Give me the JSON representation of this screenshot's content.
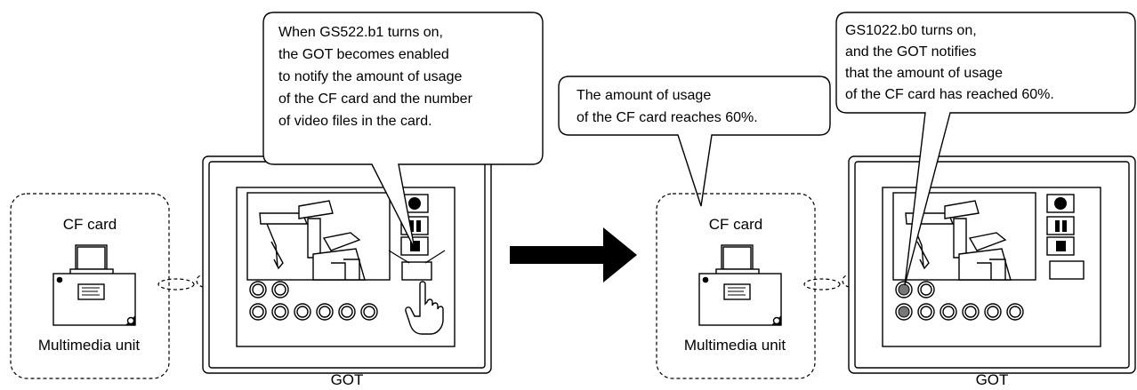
{
  "callouts": {
    "left": {
      "lines": [
        "When GS522.b1 turns on,",
        "the GOT becomes enabled",
        "to notify the amount of usage",
        "of the CF card and the number",
        "of video files in the card."
      ]
    },
    "middle": {
      "lines": [
        "The amount of usage",
        "of the CF card reaches 60%."
      ]
    },
    "right": {
      "lines": [
        "GS1022.b0 turns on,",
        "and the GOT notifies",
        "that the amount of usage",
        "of the CF card has reached 60%."
      ]
    }
  },
  "labels": {
    "cf_card_left": "CF card",
    "multimedia_unit_left": "Multimedia unit",
    "got_left": "GOT",
    "cf_card_right": "CF card",
    "multimedia_unit_right": "Multimedia unit",
    "got_right": "GOT"
  },
  "state": {
    "before_lamps_lit": 0,
    "after_lamps_lit": 2
  },
  "colors": {
    "line": "#000000",
    "lamp_off": "#ffffff",
    "lamp_on": "#777777",
    "background": "#ffffff"
  },
  "icons": {
    "flow_arrow": "right-arrow",
    "touch": "pointing-hand",
    "record": "record-icon",
    "pause": "pause-icon",
    "stop": "stop-icon"
  }
}
